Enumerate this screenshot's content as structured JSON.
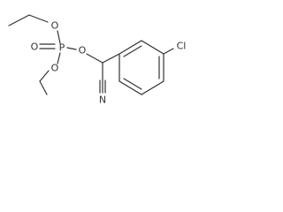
{
  "molecule": {
    "atoms": {
      "phosphorus": "P",
      "oxygen_ester_top": "O",
      "oxygen_double": "O",
      "oxygen_ester_bottom": "O",
      "oxygen_bridge": "O",
      "nitrogen": "N",
      "chlorine": "Cl"
    },
    "colors": {
      "bond": "#333333",
      "label": "#333333",
      "background": "#ffffff"
    }
  }
}
